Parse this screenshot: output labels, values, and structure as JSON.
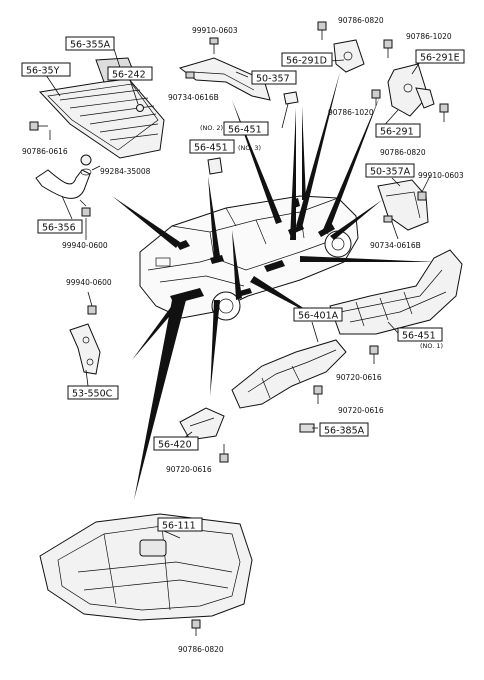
{
  "diagram": {
    "labels": {
      "c56_355A": "56-355A",
      "c56_35Y": "56-35Y",
      "c56_242": "56-242",
      "c50_357": "50-357",
      "c56_291D": "56-291D",
      "c56_291E": "56-291E",
      "c56_291": "56-291",
      "c56_451_top": "56-451",
      "c56_451_mid": "56-451",
      "c56_451_right": "56-451",
      "c50_357A": "50-357A",
      "c56_356": "56-356",
      "c56_401A": "56-401A",
      "c53_550C": "53-550C",
      "c56_420": "56-420",
      "c56_385A": "56-385A",
      "c56_111": "56-111"
    },
    "fasteners": {
      "f99910_0603_top": "99910-0603",
      "f90786_0820_top": "90786-0820",
      "f90786_1020_top": "90786-1020",
      "f90734_0616B_top": "90734-0616B",
      "f90786_0616": "90786-0616",
      "f99284_35008": "99284-35008",
      "f99940_0600_a": "99940-0600",
      "f90786_1020_mid": "90786-1020",
      "f90786_0820_mid": "90786-0820",
      "f99910_0603_right": "99910-0603",
      "f90734_0616B_right": "90734-0616B",
      "f99940_0600_b": "99940-0600",
      "f90720_0616_a": "90720-0616",
      "f90720_0616_b": "90720-0616",
      "f90720_0616_c": "90720-0616",
      "f90786_0820_bottom": "90786-0820"
    },
    "notes": {
      "no2": "(NO. 2)",
      "no3": "(NO. 3)",
      "no1": "(NO. 1)"
    }
  }
}
